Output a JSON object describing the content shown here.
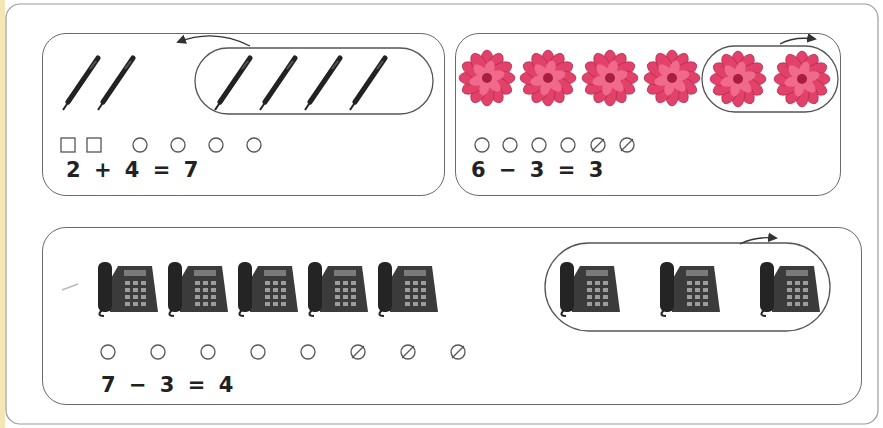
{
  "diagram": {
    "nodes": [
      {
        "text": [
          "2 + 4 = 7"
        ]
      },
      {
        "text": [
          "6 − 3 = 3"
        ]
      },
      {
        "text": [
          "7 − 3 = 4"
        ]
      }
    ],
    "edges": []
  }
}
